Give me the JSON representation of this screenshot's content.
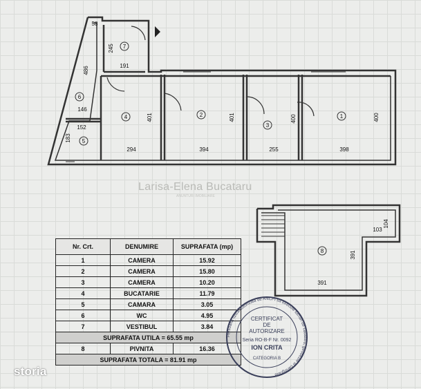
{
  "plan": {
    "rooms": [
      {
        "num": "1",
        "width": "398",
        "height": "400"
      },
      {
        "num": "2",
        "width": "394",
        "height": "401"
      },
      {
        "num": "3",
        "width": "255",
        "height": "400"
      },
      {
        "num": "4",
        "width": "294",
        "height": "401"
      },
      {
        "num": "5",
        "width": "152",
        "height": "183"
      },
      {
        "num": "6",
        "width": "146",
        "height": "486"
      },
      {
        "num": "7",
        "width": "191",
        "height": "245"
      },
      {
        "num": "8",
        "width": "391",
        "height": "391"
      }
    ],
    "extra_dims": {
      "top_small": "58",
      "basement_right_w": "103",
      "basement_right_h": "104"
    }
  },
  "watermark": {
    "name": "Larisa-Elena Bucataru",
    "sub": "ANUNTURI IMOBILIARE"
  },
  "table": {
    "headers": [
      "Nr. Crt.",
      "DENUMIRE",
      "SUPRAFATA (mp)"
    ],
    "rows": [
      {
        "nr": "1",
        "name": "CAMERA",
        "area": "15.92"
      },
      {
        "nr": "2",
        "name": "CAMERA",
        "area": "15.80"
      },
      {
        "nr": "3",
        "name": "CAMERA",
        "area": "10.20"
      },
      {
        "nr": "4",
        "name": "BUCATARIE",
        "area": "11.79"
      },
      {
        "nr": "5",
        "name": "CAMARA",
        "area": "3.05"
      },
      {
        "nr": "6",
        "name": "WC",
        "area": "4.95"
      },
      {
        "nr": "7",
        "name": "VESTIBUL",
        "area": "3.84"
      }
    ],
    "utila": "SUPRAFATA UTILA = 65.55 mp",
    "pivnita": {
      "nr": "8",
      "name": "PIVNITA",
      "area": "16.36"
    },
    "totala": "SUPRAFATA TOTALA = 81.91 mp"
  },
  "stamp": {
    "ring_text": "Persoana fizica autorizata de ANCPI sa execute lucrari de cadastru, geodezie si cartografie",
    "line1": "CERTIFICAT",
    "line2": "DE",
    "line3": "AUTORIZARE",
    "series": "Seria RO-B-F Nr. 0092",
    "name": "ION CRITA",
    "category": "CATEGORIA B"
  },
  "logo": "storia"
}
